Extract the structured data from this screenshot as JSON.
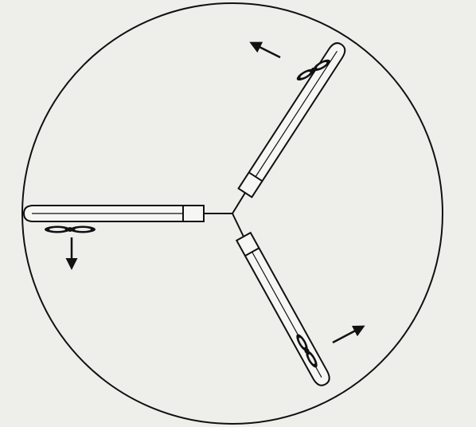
{
  "diagram": {
    "arms": [
      {
        "name": "left-arm",
        "rotor": "rotor-icon",
        "thrust_arrow": "arrow-down-icon"
      },
      {
        "name": "upper-right-arm",
        "rotor": "rotor-icon",
        "thrust_arrow": "arrow-up-left-icon"
      },
      {
        "name": "lower-right-arm",
        "rotor": "rotor-icon",
        "thrust_arrow": "arrow-up-right-icon"
      }
    ],
    "colors": {
      "paper": "#eeeeeb",
      "ink": "#111111",
      "fill": "#f6f6f3"
    }
  }
}
